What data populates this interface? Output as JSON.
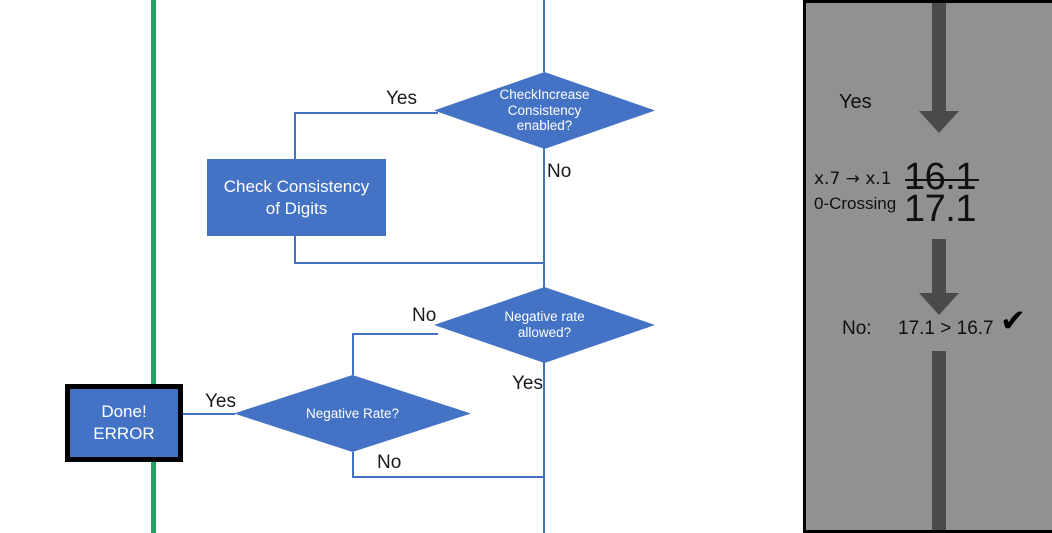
{
  "theme": {
    "process_blue": "#4472C4",
    "green_rule": "#21A366",
    "panel_gray": "#919191",
    "arrow_gray": "#4a4a4a",
    "text_dark": "#101010",
    "text_light": "#ffffff"
  },
  "flowchart": {
    "decision_check_increase": {
      "line1": "CheckIncrease",
      "line2": "Consistency",
      "line3": "enabled?",
      "yes_label": "Yes",
      "no_label": "No"
    },
    "process_check_consistency": {
      "line1": "Check Consistency",
      "line2": "of Digits"
    },
    "decision_negative_rate_allowed": {
      "line1": "Negative rate",
      "line2": "allowed?",
      "no_label": "No",
      "yes_label": "Yes"
    },
    "decision_negative_rate": {
      "line1": "Negative Rate?",
      "no_label": "No",
      "yes_label": "Yes"
    },
    "terminator_error": {
      "line1": "Done!",
      "line2": "ERROR"
    }
  },
  "panel": {
    "yes_label": "Yes",
    "rounding_label": "x.7 → x.1",
    "zero_crossing_label": "0-Crossing",
    "value_struck": "16.1",
    "value_result": "17.1",
    "no_label": "No:",
    "comparison": "17.1 > 16.7",
    "check_glyph": "✔"
  }
}
